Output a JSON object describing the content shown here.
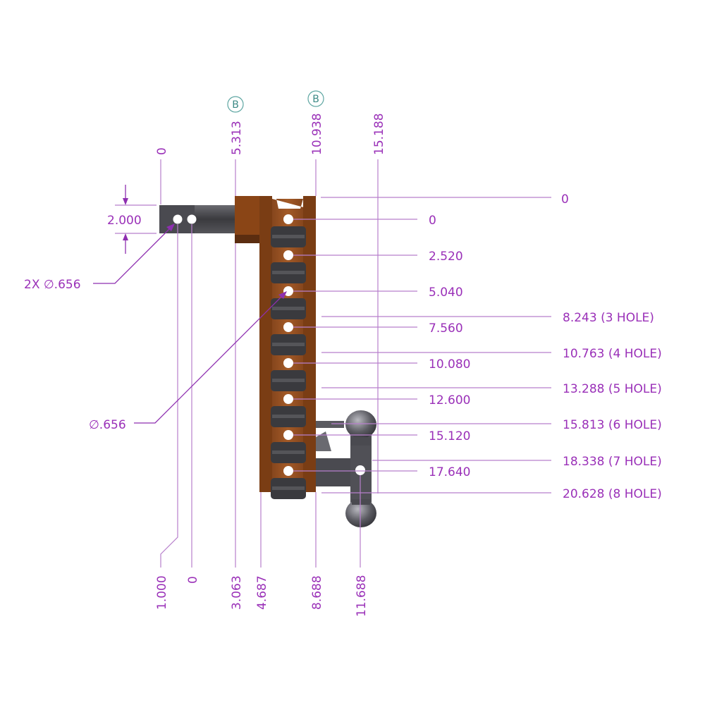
{
  "datums": {
    "top_left": "B",
    "top_right": "B"
  },
  "top_dims": [
    "0",
    "5.313",
    "10.938",
    "15.188"
  ],
  "bottom_dims": [
    "1.000",
    "0",
    "3.063",
    "4.687",
    "8.688",
    "11.688"
  ],
  "right_top": "0",
  "hole_positions": [
    "0",
    "2.520",
    "5.040",
    "7.560",
    "10.080",
    "12.600",
    "15.120",
    "17.640"
  ],
  "overall_heights": [
    "8.243 (3 HOLE)",
    "10.763  (4  HOLE)",
    "13.288  (5  HOLE)",
    "15.813  (6  HOLE)",
    "18.338 (7 HOLE)",
    "20.628 (8 HOLE)"
  ],
  "left_dims": {
    "shank_height": "2.000",
    "shank_holes": "2X ∅.656",
    "shank_hole_dia": "∅.656"
  },
  "colors": {
    "dimension": "#9a30b8",
    "datum": "#3d8a86",
    "shank": "#4b4b4f",
    "rise": "#8a4a20",
    "ball": "#6a6a70"
  }
}
